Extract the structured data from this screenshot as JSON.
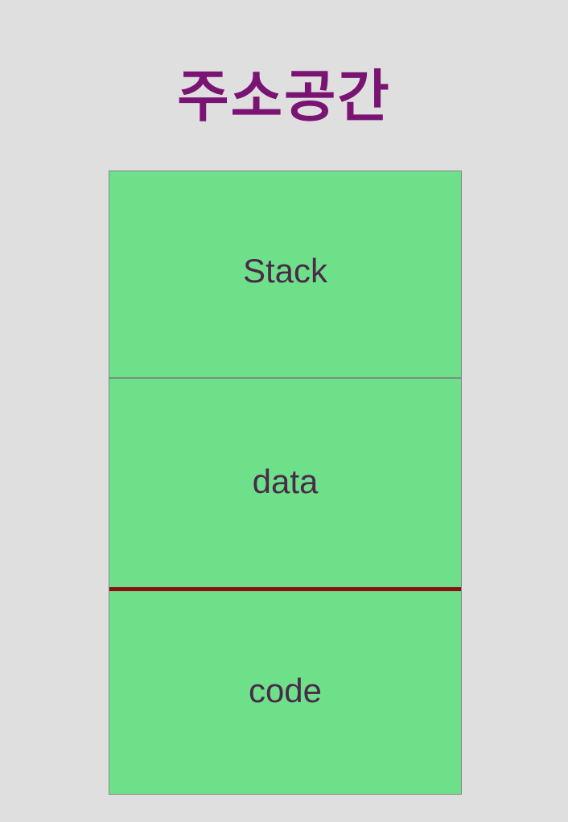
{
  "title": "주소공간",
  "segments": {
    "stack": "Stack",
    "data": "data",
    "code": "code"
  },
  "colors": {
    "background": "#dfdfdf",
    "title": "#7a1473",
    "segment_fill": "#6fe08a",
    "segment_border": "#7d8a80",
    "code_boundary": "#8a0f12",
    "label_text": "#4a2a4a"
  }
}
